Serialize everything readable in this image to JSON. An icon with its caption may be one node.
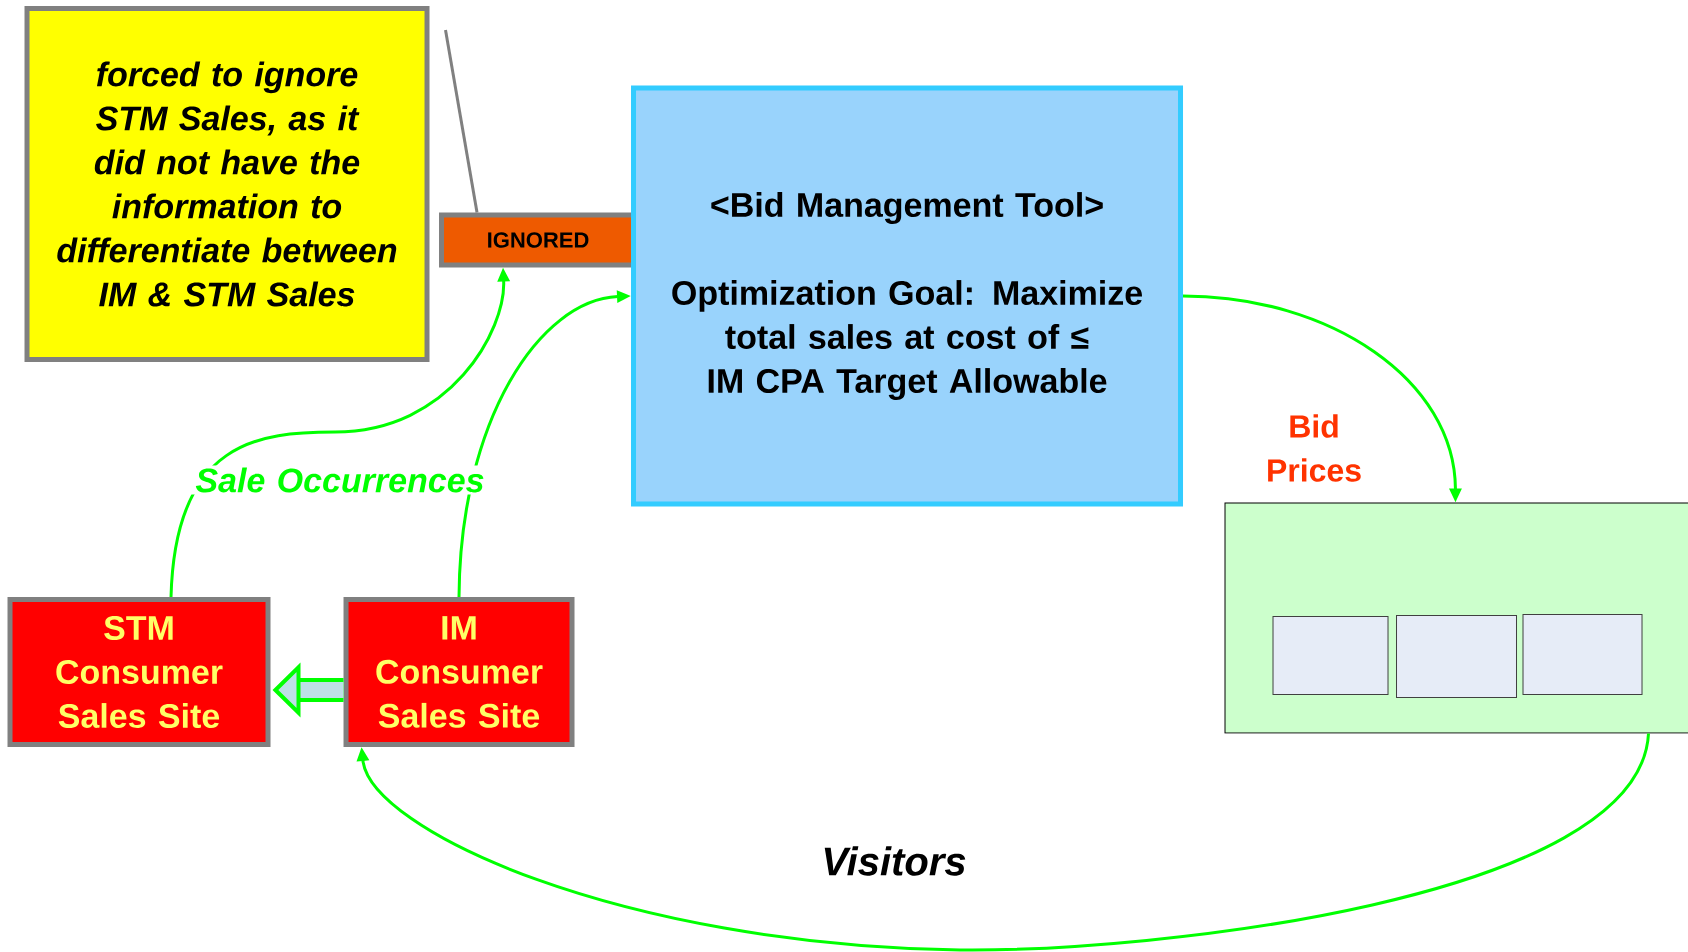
{
  "diagram": {
    "nodes": [
      {
        "text": [
          "forced to ignore STM Sales, as it did not have the information to differentiate between IM & STM Sales"
        ]
      },
      {
        "text": [
          "IGNORED"
        ]
      },
      {
        "text": [
          "<Bid Management Tool>",
          "Optimization Goal: Maximize total sales at cost of ≤ IM CPA Target Allowable"
        ]
      },
      {
        "text": [
          "STM Consumer Sales Site"
        ]
      },
      {
        "text": [
          "IM Consumer Sales Site"
        ]
      },
      {
        "text": [],
        "shape": "box"
      },
      {
        "text": [],
        "shape": "box",
        "in": 5
      },
      {
        "text": [],
        "shape": "box",
        "in": 5
      },
      {
        "text": [],
        "shape": "box",
        "in": 5
      }
    ],
    "edges": [
      {
        "from": 0,
        "to": 1,
        "arrow": "none",
        "color": "#808080"
      },
      {
        "from": 3,
        "to": 1,
        "arrow": "to"
      },
      {
        "from": 4,
        "to": 2,
        "arrow": "to"
      },
      {
        "from": 2,
        "to": 5,
        "arrow": "to",
        "label": "Bid Prices"
      },
      {
        "from": 5,
        "to": 4,
        "arrow": "to",
        "label": "Visitors"
      },
      {
        "from": 4,
        "to": 3,
        "arrow": "to",
        "style": "thick"
      }
    ],
    "labels": [
      "Sale Occurrences"
    ]
  }
}
